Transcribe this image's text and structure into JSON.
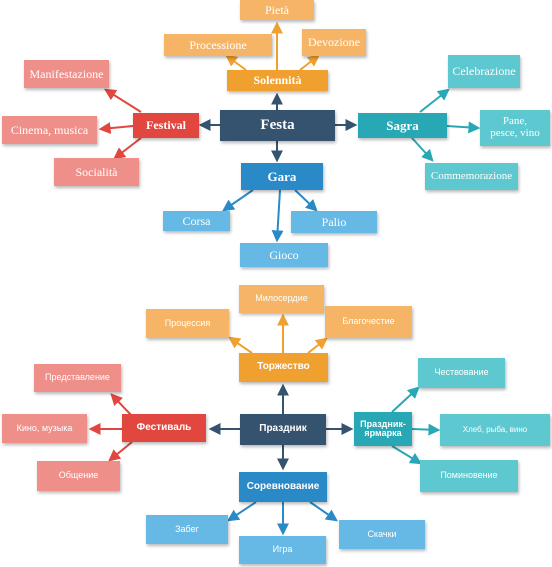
{
  "colors": {
    "arrow_red": "#e1463f",
    "arrow_orange": "#f0a02f",
    "arrow_teal": "#28a8b4",
    "arrow_blue": "#2a8ac8",
    "arrow_navy": "#35536f"
  },
  "italian": {
    "center": "Festa",
    "solennita": {
      "label": "Solennità",
      "children": [
        "Processione",
        "Pietà",
        "Devozione"
      ]
    },
    "festival": {
      "label": "Festival",
      "children": [
        "Manifestazione",
        "Cinema, musica",
        "Socialità"
      ]
    },
    "sagra": {
      "label": "Sagra",
      "children": [
        "Celebrazione",
        "Pane,\npesce, vino",
        "Commemorazione"
      ]
    },
    "gara": {
      "label": "Gara",
      "children": [
        "Corsa",
        "Gioco",
        "Palio"
      ]
    }
  },
  "russian": {
    "center": "Праздник",
    "torzhestvo": {
      "label": "Торжество",
      "children": [
        "Процессия",
        "Милосердие",
        "Благочестие"
      ]
    },
    "festival": {
      "label": "Фестиваль",
      "children": [
        "Представление",
        "Кино, музыка",
        "Общение"
      ]
    },
    "yarmarka": {
      "label": "Праздник-\nярмарка",
      "children": [
        "Чествование",
        "Хлеб, рыба, вино",
        "Поминовение"
      ]
    },
    "sorevnovanie": {
      "label": "Соревнование",
      "children": [
        "Забег",
        "Игра",
        "Скачки"
      ]
    }
  }
}
